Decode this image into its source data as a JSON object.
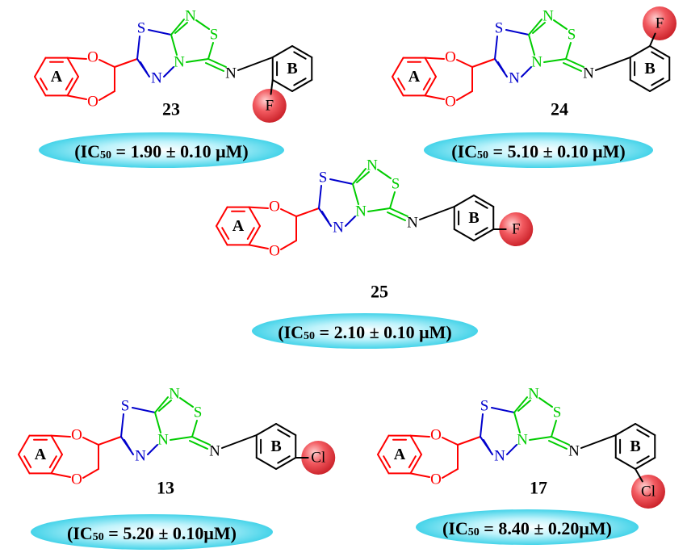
{
  "colors": {
    "benzodioxane": "#ff0000",
    "thiadiazole": "#0000cc",
    "thiadiazole_outer": "#00cc00",
    "phenyl": "#000000",
    "halogen_ball": "#e8333b",
    "ic50_pill": "#2ad3ea"
  },
  "compounds": [
    {
      "id": "23",
      "ring_a": "A",
      "ring_b": "B",
      "ic_prefix": "(IC",
      "ic_sub": "50",
      "ic_value": " = 1.90 ± 0.10 μM)",
      "sub_label": "F",
      "sub_pos": "ortho"
    },
    {
      "id": "24",
      "ring_a": "A",
      "ring_b": "B",
      "ic_prefix": "(IC",
      "ic_sub": "50",
      "ic_value": " = 5.10 ± 0.10 μM)",
      "sub_label": "F",
      "sub_pos": "meta"
    },
    {
      "id": "25",
      "ring_a": "A",
      "ring_b": "B",
      "ic_prefix": "(IC",
      "ic_sub": "50",
      "ic_value": " = 2.10 ± 0.10 μM)",
      "sub_label": "F",
      "sub_pos": "para"
    },
    {
      "id": "13",
      "ring_a": "A",
      "ring_b": "B",
      "ic_prefix": "(IC",
      "ic_sub": "50",
      "ic_value": " = 5.20 ± 0.10μM)",
      "sub_label": "Cl",
      "sub_pos": "para"
    },
    {
      "id": "17",
      "ring_a": "A",
      "ring_b": "B",
      "ic_prefix": "(IC",
      "ic_sub": "50",
      "ic_value": " = 8.40 ± 0.20μM)",
      "sub_label": "Cl",
      "sub_pos": "meta"
    }
  ],
  "atoms": {
    "O": "O",
    "S": "S",
    "N": "N"
  }
}
